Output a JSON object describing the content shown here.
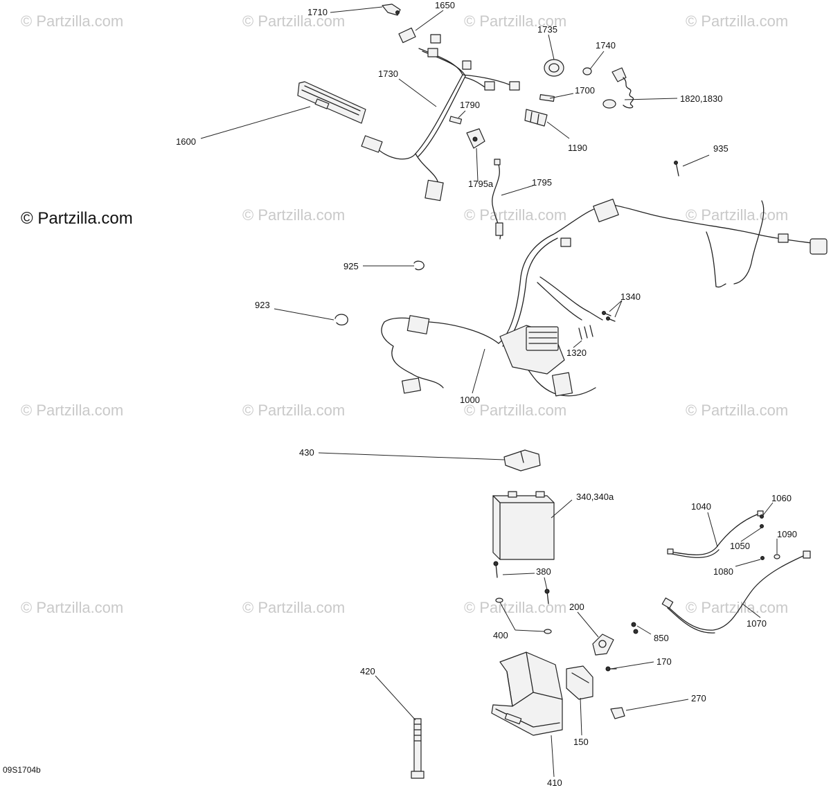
{
  "watermark": {
    "text": "© Partzilla.com"
  },
  "diagram_code": "09S1704b",
  "callouts": [
    {
      "id": "c1710",
      "label": "1710"
    },
    {
      "id": "c1650",
      "label": "1650"
    },
    {
      "id": "c1735",
      "label": "1735"
    },
    {
      "id": "c1740",
      "label": "1740"
    },
    {
      "id": "c1730",
      "label": "1730"
    },
    {
      "id": "c1700",
      "label": "1700"
    },
    {
      "id": "c1820",
      "label": "1820,1830"
    },
    {
      "id": "c1790",
      "label": "1790"
    },
    {
      "id": "c1600",
      "label": "1600"
    },
    {
      "id": "c1190",
      "label": "1190"
    },
    {
      "id": "c935",
      "label": "935"
    },
    {
      "id": "c1795a",
      "label": "1795a"
    },
    {
      "id": "c1795",
      "label": "1795"
    },
    {
      "id": "c925",
      "label": "925"
    },
    {
      "id": "c923",
      "label": "923"
    },
    {
      "id": "c1340",
      "label": "1340"
    },
    {
      "id": "c1320",
      "label": "1320"
    },
    {
      "id": "c1000",
      "label": "1000"
    },
    {
      "id": "c430",
      "label": "430"
    },
    {
      "id": "c340",
      "label": "340,340a"
    },
    {
      "id": "c1040",
      "label": "1040"
    },
    {
      "id": "c1060",
      "label": "1060"
    },
    {
      "id": "c1050",
      "label": "1050"
    },
    {
      "id": "c1090",
      "label": "1090"
    },
    {
      "id": "c1080",
      "label": "1080"
    },
    {
      "id": "c380",
      "label": "380"
    },
    {
      "id": "c200",
      "label": "200"
    },
    {
      "id": "c1070",
      "label": "1070"
    },
    {
      "id": "c400",
      "label": "400"
    },
    {
      "id": "c850",
      "label": "850"
    },
    {
      "id": "c170",
      "label": "170"
    },
    {
      "id": "c420",
      "label": "420"
    },
    {
      "id": "c270",
      "label": "270"
    },
    {
      "id": "c150",
      "label": "150"
    },
    {
      "id": "c410",
      "label": "410"
    }
  ]
}
